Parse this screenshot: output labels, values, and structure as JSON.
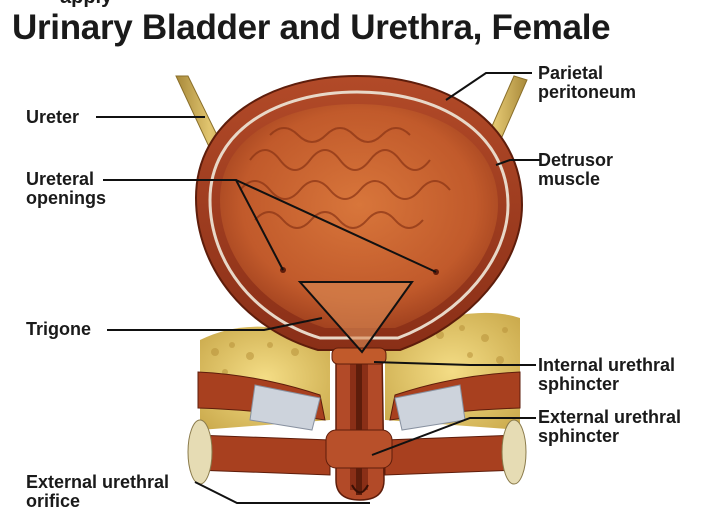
{
  "cropped_top_text": "apply",
  "title": "Urinary Bladder and Urethra, Female",
  "labels": {
    "ureter": "Ureter",
    "ureteral_openings_1": "Ureteral",
    "ureteral_openings_2": "openings",
    "trigone": "Trigone",
    "external_orifice_1": "External urethral",
    "external_orifice_2": "orifice",
    "parietal_1": "Parietal",
    "parietal_2": "peritoneum",
    "detrusor_1": "Detrusor",
    "detrusor_2": "muscle",
    "internal_sphincter_1": "Internal urethral",
    "internal_sphincter_2": "sphincter",
    "external_sphincter_1": "External urethral",
    "external_sphincter_2": "sphincter"
  },
  "colors": {
    "bladder_wall": "#9c3b1e",
    "bladder_inner": "#c4622f",
    "fat": "#e8cf6a",
    "ureter": "#c9a84a",
    "ligament": "#cdd3dc"
  }
}
